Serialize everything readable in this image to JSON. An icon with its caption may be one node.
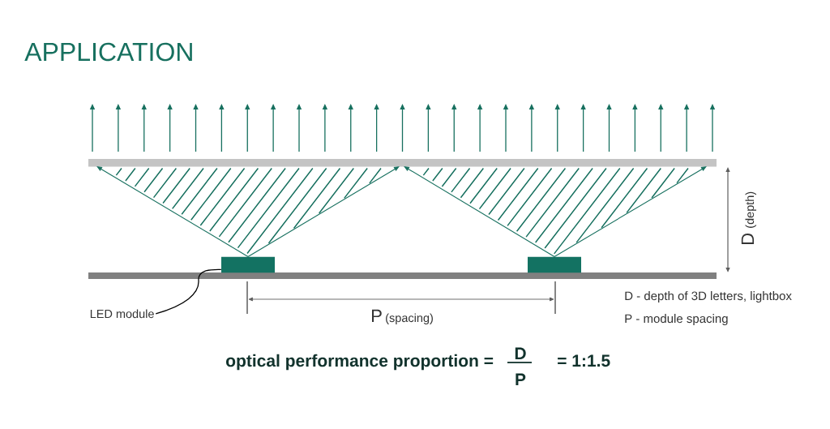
{
  "diagram": {
    "title": "APPLICATION",
    "nodes": [
      {
        "text": [
          "LED module"
        ]
      },
      {
        "text": [],
        "shape": "box"
      },
      {
        "text": [],
        "shape": "box"
      }
    ],
    "edges": [
      {
        "from": 0,
        "to": 1,
        "arrow": "none"
      }
    ],
    "labels": [
      "D",
      "(depth)",
      "P",
      "(spacing)",
      "D - depth of 3D letters, lightbox",
      "P - module spacing",
      "optical performance proportion =",
      "D",
      "P",
      "= 1:1.5"
    ]
  }
}
